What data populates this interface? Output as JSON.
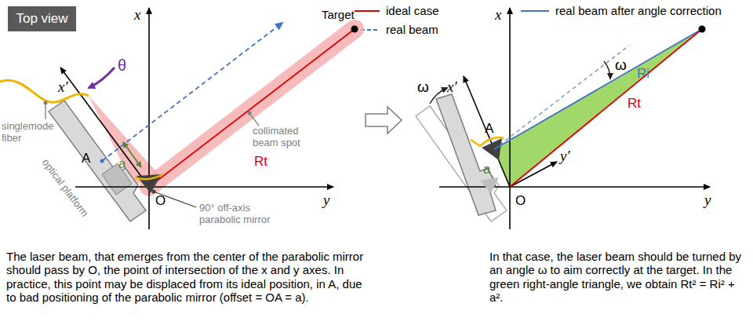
{
  "diagram": {
    "nodes": [
      {
        "text": [
          "Top view"
        ]
      }
    ],
    "labels": [
      "x",
      "x′",
      "θ",
      "Target",
      "singlemode fiber",
      "A",
      "a",
      "Rt",
      "collimated beam spot",
      "optical platform",
      "O",
      "y",
      "90° off-axis parabolic mirror",
      "The laser beam, that emerges from the center of the parabolic mirror should pass by O, the point of intersection of the x and y axes. In practice, this point may be displaced from its ideal position, in A, due to bad positioning of the parabolic mirror (offset = OA = a).",
      "x",
      "x′",
      "A",
      "ω",
      "Ri",
      "Rt",
      "ω",
      "y′",
      "a",
      "O",
      "y",
      "In that case, the laser beam should be turned by an angle ω to aim correctly at the target. In the green right-angle triangle, we obtain Rt² = Ri² + a²."
    ],
    "legend": [
      {
        "text": "ideal case"
      },
      {
        "text": "real beam"
      },
      {
        "text": "real beam after angle correction"
      }
    ]
  }
}
